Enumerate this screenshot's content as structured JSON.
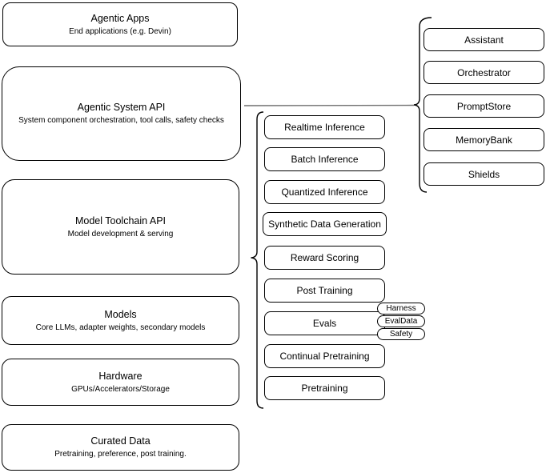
{
  "diagram": {
    "left_stack": [
      {
        "title": "Agentic Apps",
        "subtitle": "End applications (e.g. Devin)"
      },
      {
        "title": "Agentic System API",
        "subtitle": "System component orchestration, tool calls, safety checks"
      },
      {
        "title": "Model Toolchain API",
        "subtitle": "Model development & serving"
      },
      {
        "title": "Models",
        "subtitle": "Core LLMs, adapter weights, secondary models"
      },
      {
        "title": "Hardware",
        "subtitle": "GPUs/Accelerators/Storage"
      },
      {
        "title": "Curated Data",
        "subtitle": "Pretraining, preference, post training."
      }
    ],
    "toolchain_capabilities": [
      "Realtime Inference",
      "Batch Inference",
      "Quantized Inference",
      "Synthetic Data Generation",
      "Reward Scoring",
      "Post Training",
      "Evals",
      "Continual Pretraining",
      "Pretraining"
    ],
    "eval_tags": [
      "Harness",
      "EvalData",
      "Safety"
    ],
    "system_components": [
      "Assistant",
      "Orchestrator",
      "PromptStore",
      "MemoryBank",
      "Shields"
    ],
    "colors": {
      "stroke": "#000000",
      "connector": "#6f6f6f",
      "background": "#ffffff"
    }
  }
}
